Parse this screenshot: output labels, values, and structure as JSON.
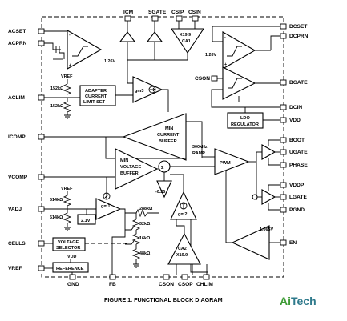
{
  "pins_left": [
    "ACSET",
    "ACPRN",
    "ACLIM",
    "ICOMP",
    "VCOMP",
    "VADJ",
    "CELLS",
    "VREF"
  ],
  "pins_top": [
    "ICM",
    "SGATE",
    "CSIP",
    "CSIN"
  ],
  "pins_right": [
    "DCSET",
    "DCPRN",
    "BGATE",
    "DCIN",
    "VDD",
    "BOOT",
    "UGATE",
    "PHASE",
    "VDDP",
    "LGATE",
    "PGND",
    "EN"
  ],
  "pins_bottom": [
    "GND",
    "FB",
    "CSON",
    "CSOP",
    "CHLIM"
  ],
  "pin_cson_mid": "CSON",
  "blocks": {
    "ca1": [
      "X19.9",
      "CA1"
    ],
    "adapter_limit": [
      "ADAPTER",
      "CURRENT",
      "LIMIT SET"
    ],
    "min_current": [
      "MIN",
      "CURRENT",
      "BUFFER"
    ],
    "min_voltage": [
      "MIN",
      "VOLTAGE",
      "BUFFER"
    ],
    "ldo": [
      "LDO",
      "REGULATOR"
    ],
    "pwm": "PWM",
    "ramp": [
      "300kHz",
      "RAMP"
    ],
    "gm1": "gm1",
    "gm2": "gm2",
    "gm3": "gm3",
    "ca2": [
      "CA2",
      "X19.9"
    ],
    "voltage_selector": [
      "VOLTAGE",
      "SELECTOR"
    ],
    "reference": "REFERENCE",
    "sum": "Σ",
    "offset": "-0.25",
    "ref_2v1": "2.1V"
  },
  "labels": {
    "v126_left": "1.26V",
    "v126_right": "1.26V",
    "v1065": "1.065V",
    "vref1": "VREF",
    "vref2": "VREF",
    "vdd": "VDD",
    "r152a": "152kΩ",
    "r152b": "152kΩ",
    "r514a": "514kΩ",
    "r514b": "514kΩ",
    "r288": "288kΩ",
    "r32": "32kΩ",
    "r16": "16kΩ",
    "r48": "48kΩ"
  },
  "caption": "FIGURE 1.  FUNCTIONAL BLOCK DIAGRAM",
  "brand": {
    "ai": "Ai",
    "tech": "Tech",
    "ai_color": "#3d9b35",
    "tech_color": "#2f7a8c"
  }
}
